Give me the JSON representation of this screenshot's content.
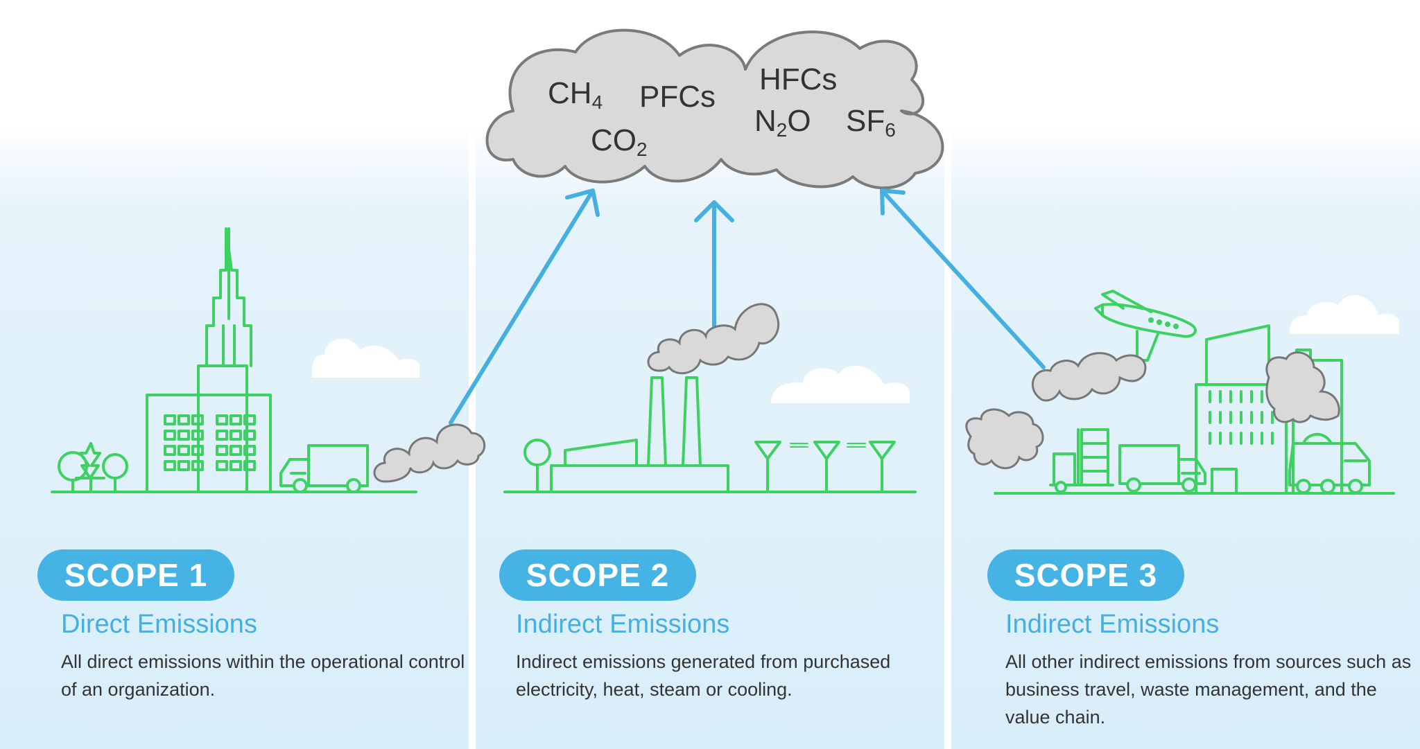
{
  "colors": {
    "accent_blue": "#45b4e4",
    "line_green": "#3fd062",
    "smoke_gray": "#d9d9d9",
    "smoke_stroke": "#777777",
    "arrow_blue": "#45b0e0",
    "panel_bg": "#d8eef9"
  },
  "cloud": {
    "gases": [
      {
        "base": "CH",
        "sub": "4"
      },
      {
        "base": "PFCs",
        "sub": ""
      },
      {
        "base": "HFCs",
        "sub": ""
      },
      {
        "base": "CO",
        "sub": "2"
      },
      {
        "base": "N",
        "sub": "2",
        "tail": "O"
      },
      {
        "base": "SF",
        "sub": "6"
      }
    ]
  },
  "scopes": [
    {
      "badge": "SCOPE 1",
      "title": "Direct Emissions",
      "description": "All direct emissions within the operational control of an organization.",
      "icons": [
        "trees-icon",
        "skyscraper-icon",
        "truck-icon",
        "smoke-icon",
        "cloud-icon"
      ]
    },
    {
      "badge": "SCOPE 2",
      "title": "Indirect Emissions",
      "description": "Indirect emissions generated from purchased electricity, heat, steam or cooling.",
      "icons": [
        "tree-icon",
        "power-plant-icon",
        "smokestack-icon",
        "power-line-icon",
        "cloud-icon"
      ]
    },
    {
      "badge": "SCOPE 3",
      "title": "Indirect Emissions",
      "description": "All other indirect emissions from sources such as business travel, waste management, and the value chain.",
      "icons": [
        "airplane-icon",
        "forklift-icon",
        "truck-icon",
        "office-building-icon",
        "garbage-truck-icon",
        "smoke-icon",
        "cloud-icon"
      ]
    }
  ]
}
